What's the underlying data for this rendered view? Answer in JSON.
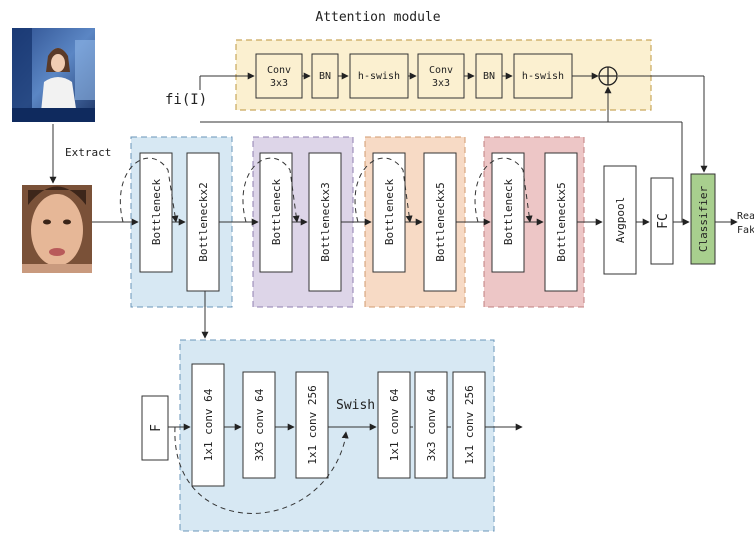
{
  "attention": {
    "title": "Attention module",
    "blocks": [
      "Conv\n3x3",
      "BN",
      "h-swish",
      "Conv\n3x3",
      "BN",
      "h-swish"
    ],
    "sum_symbol": "⊕"
  },
  "labels": {
    "fi": "fi(I)",
    "extract": "Extract",
    "real": "Real",
    "fake": "Fake"
  },
  "backbone": {
    "groups": [
      {
        "items": [
          "Bottleneck",
          "Bottleneckx2"
        ],
        "color": "#d7e8f3"
      },
      {
        "items": [
          "Bottleneck",
          "Bottleneckx3"
        ],
        "color": "#ddd5e8"
      },
      {
        "items": [
          "Bottleneck",
          "Bottleneckx5"
        ],
        "color": "#f7dac5"
      },
      {
        "items": [
          "Bottleneck",
          "Bottleneckx5"
        ],
        "color": "#edc6c6"
      }
    ],
    "avgpool": "Avgpool",
    "fc": "FC",
    "classifier": "Classifier"
  },
  "detail": {
    "input": "F",
    "swish": "Swish",
    "blocks": [
      "1x1 conv 64",
      "3X3 conv 64",
      "1x1 conv 256",
      "1x1 conv 64",
      "3x3 conv 64",
      "1x1 conv 256"
    ]
  },
  "colors": {
    "attention_bg": "#fbf0d0",
    "detail_bg": "#d7e8f3",
    "classifier_bg": "#a8cf8e"
  }
}
